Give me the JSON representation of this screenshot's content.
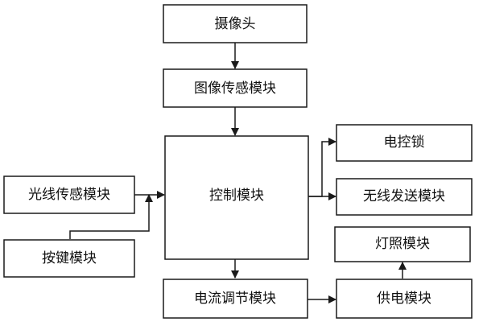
{
  "diagram": {
    "nodes": {
      "camera": "摄像头",
      "image_sensor": "图像传感模块",
      "control": "控制模块",
      "electric_lock": "电控锁",
      "wireless_tx": "无线发送模块",
      "light_sensor": "光线传感模块",
      "keypad": "按键模块",
      "lighting": "灯照模块",
      "current_reg": "电流调节模块",
      "power": "供电模块"
    }
  }
}
